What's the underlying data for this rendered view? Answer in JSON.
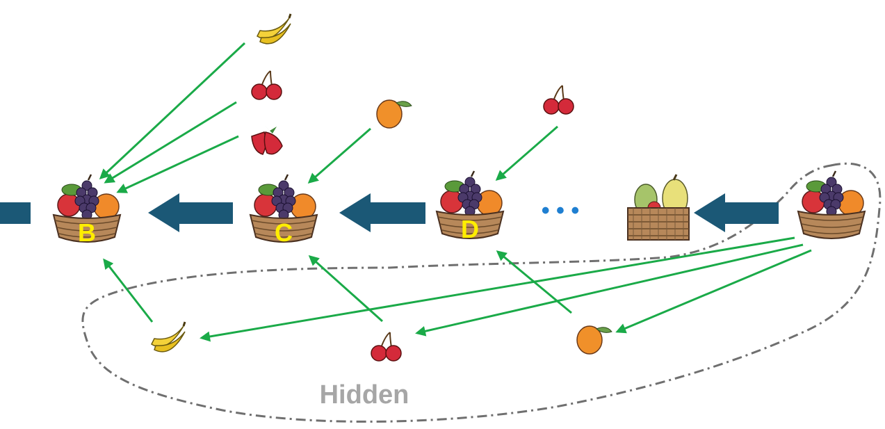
{
  "colors": {
    "arrow_green": "#1aaa48",
    "big_arrow": "#1b5876",
    "boundary": "#6f6f6f",
    "ellipsis": "#1f7fd1",
    "label_yellow": "#ffee00",
    "hidden_text": "#a6a6a6"
  },
  "baskets": [
    {
      "id": "b",
      "label": "B",
      "kind": "full-basket"
    },
    {
      "id": "c",
      "label": "C",
      "kind": "full-basket"
    },
    {
      "id": "d",
      "label": "D",
      "kind": "full-basket"
    },
    {
      "id": "p",
      "label": "",
      "kind": "pear-basket"
    },
    {
      "id": "e",
      "label": "",
      "kind": "full-basket"
    }
  ],
  "ellipsis": "• • •",
  "hidden_label": "Hidden",
  "fruits": [
    {
      "id": "top-banana",
      "kind": "banana"
    },
    {
      "id": "top-cherry",
      "kind": "cherry"
    },
    {
      "id": "top-strawberry",
      "kind": "strawberry"
    },
    {
      "id": "top-peach",
      "kind": "peach"
    },
    {
      "id": "top-cherry-2",
      "kind": "cherry"
    },
    {
      "id": "bottom-banana",
      "kind": "banana"
    },
    {
      "id": "bottom-cherry",
      "kind": "cherry"
    },
    {
      "id": "bottom-peach",
      "kind": "peach"
    }
  ],
  "chain_arrows": [
    {
      "from": "offscreen",
      "to": "b"
    },
    {
      "from": "c",
      "to": "b"
    },
    {
      "from": "d",
      "to": "c"
    },
    {
      "from": "e",
      "to": "p"
    }
  ],
  "green_arrows": [
    {
      "from": "top-banana",
      "to": "b"
    },
    {
      "from": "top-cherry",
      "to": "b"
    },
    {
      "from": "top-strawberry",
      "to": "b"
    },
    {
      "from": "top-peach",
      "to": "c"
    },
    {
      "from": "top-cherry-2",
      "to": "d"
    },
    {
      "from": "bottom-banana",
      "to": "b"
    },
    {
      "from": "bottom-cherry",
      "to": "c"
    },
    {
      "from": "bottom-peach",
      "to": "d"
    },
    {
      "from": "e",
      "to": "bottom-banana"
    },
    {
      "from": "e",
      "to": "bottom-cherry"
    },
    {
      "from": "e",
      "to": "bottom-peach"
    }
  ]
}
